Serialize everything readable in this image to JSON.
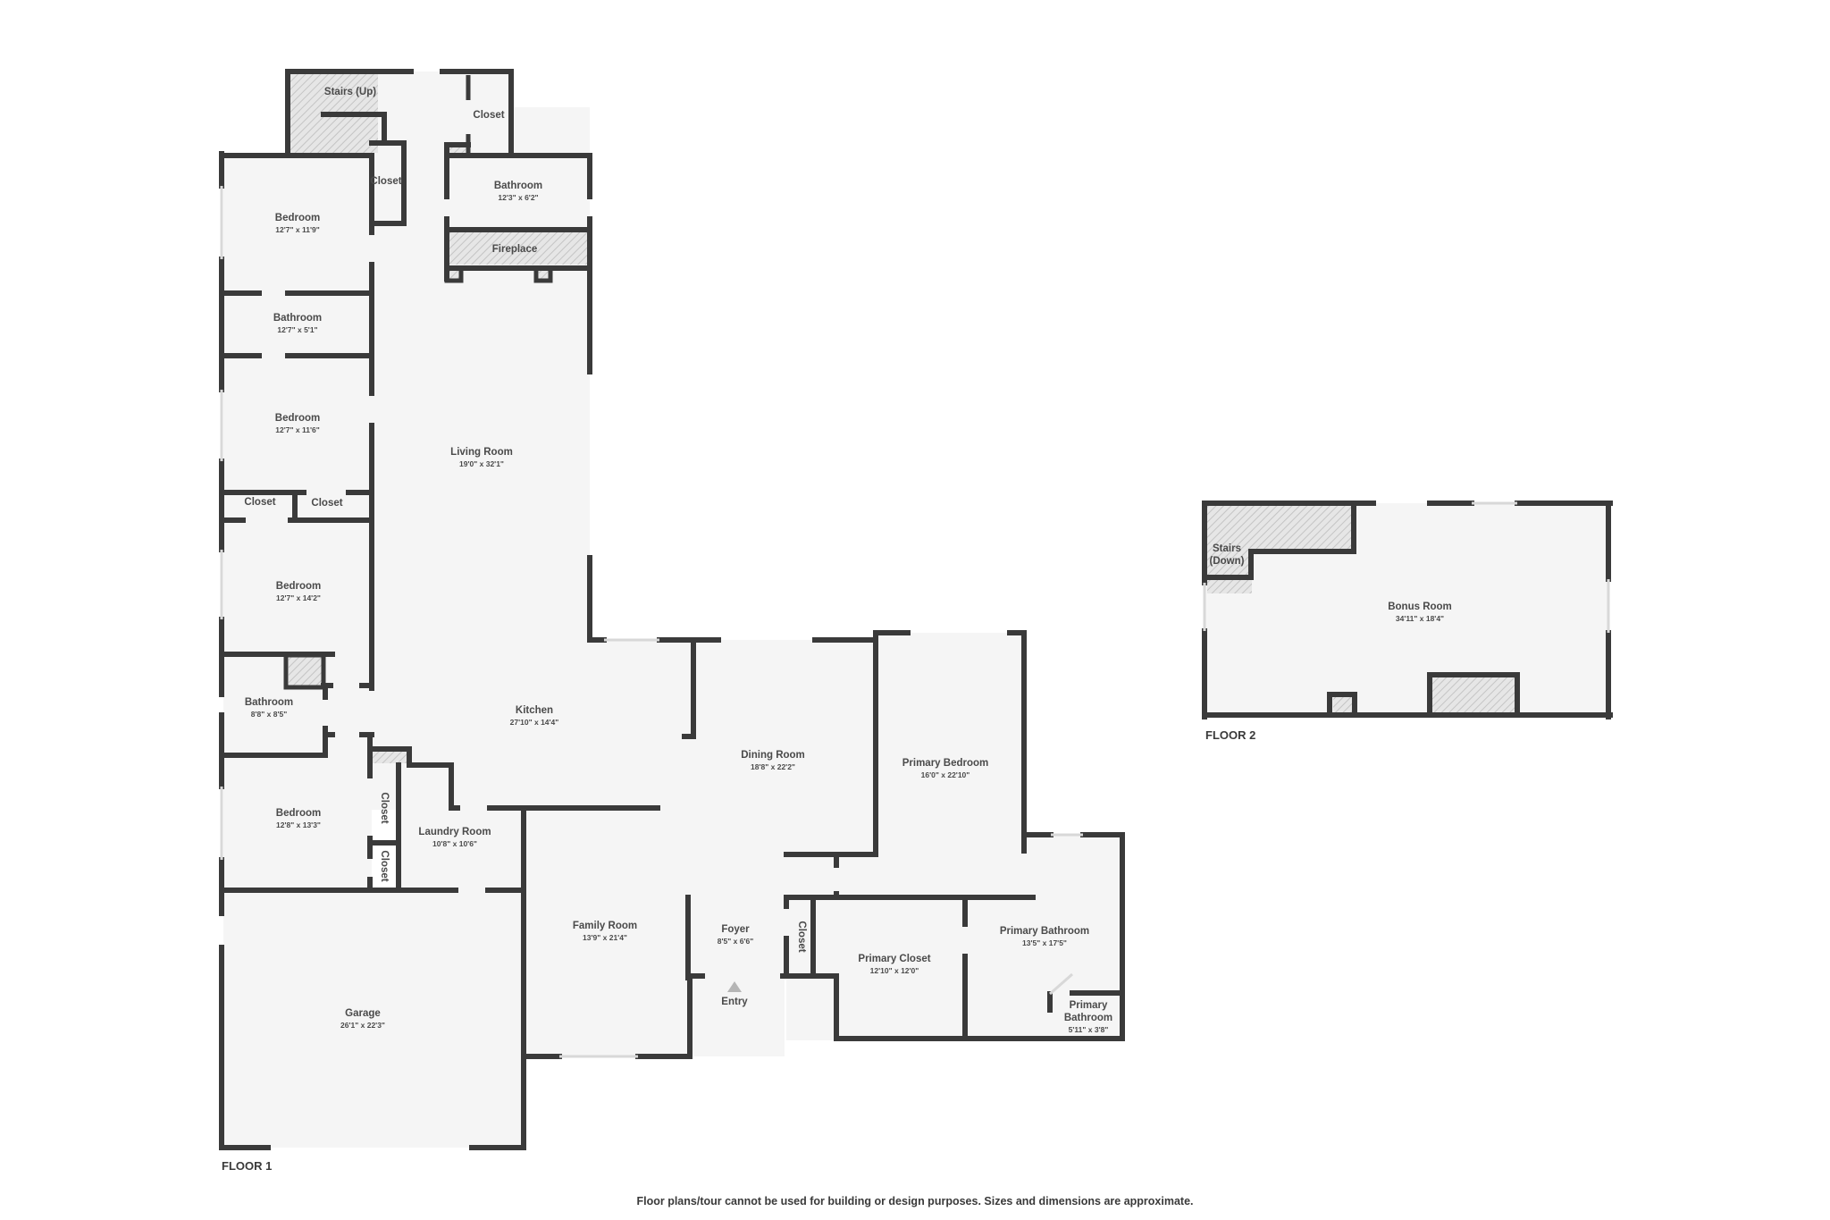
{
  "floor1": {
    "title": "FLOOR 1",
    "rooms": {
      "stairs_up": {
        "name": "Stairs (Up)"
      },
      "closet_top": {
        "name": "Closet"
      },
      "closet_bed1": {
        "name": "Closet"
      },
      "bedroom1": {
        "name": "Bedroom",
        "dim": "12'7\" x 11'9\""
      },
      "bathroom_top": {
        "name": "Bathroom",
        "dim": "12'3\" x 6'2\""
      },
      "fireplace": {
        "name": "Fireplace"
      },
      "bathroom2": {
        "name": "Bathroom",
        "dim": "12'7\" x 5'1\""
      },
      "bedroom2": {
        "name": "Bedroom",
        "dim": "12'7\" x 11'6\""
      },
      "living_room": {
        "name": "Living Room",
        "dim": "19'0\" x 32'1\""
      },
      "closet_a": {
        "name": "Closet"
      },
      "closet_b": {
        "name": "Closet"
      },
      "bedroom3": {
        "name": "Bedroom",
        "dim": "12'7\" x 14'2\""
      },
      "bathroom3": {
        "name": "Bathroom",
        "dim": "8'8\" x 8'5\""
      },
      "kitchen": {
        "name": "Kitchen",
        "dim": "27'10\" x 14'4\""
      },
      "bedroom4": {
        "name": "Bedroom",
        "dim": "12'8\" x 13'3\""
      },
      "closet_c": {
        "name": "Closet"
      },
      "closet_d": {
        "name": "Closet"
      },
      "laundry": {
        "name": "Laundry Room",
        "dim": "10'8\" x 10'6\""
      },
      "dining": {
        "name": "Dining Room",
        "dim": "18'8\" x 22'2\""
      },
      "primary_bedroom": {
        "name": "Primary Bedroom",
        "dim": "16'0\" x 22'10\""
      },
      "family_room": {
        "name": "Family Room",
        "dim": "13'9\" x 21'4\""
      },
      "foyer": {
        "name": "Foyer",
        "dim": "8'5\" x 6'6\""
      },
      "closet_foyer": {
        "name": "Closet"
      },
      "primary_closet": {
        "name": "Primary Closet",
        "dim": "12'10\" x 12'0\""
      },
      "primary_bathroom": {
        "name": "Primary Bathroom",
        "dim": "13'5\" x 17'5\""
      },
      "primary_bathroom_small": {
        "name": "Primary Bathroom",
        "dim": "5'11\" x 3'8\""
      },
      "garage": {
        "name": "Garage",
        "dim": "26'1\" x 22'3\""
      }
    },
    "entry_label": "Entry"
  },
  "floor2": {
    "title": "FLOOR 2",
    "rooms": {
      "stairs_down": {
        "name": "Stairs (Down)"
      },
      "bonus_room": {
        "name": "Bonus Room",
        "dim": "34'11\" x 18'4\""
      }
    }
  },
  "disclaimer": "Floor plans/tour cannot be used for building or design purposes. Sizes and dimensions are approximate.",
  "colors": {
    "wall": "#3a3a3a",
    "room_fill": "#f5f5f5",
    "hatch": "#d0d0d0",
    "text": "#4a4a4a"
  }
}
